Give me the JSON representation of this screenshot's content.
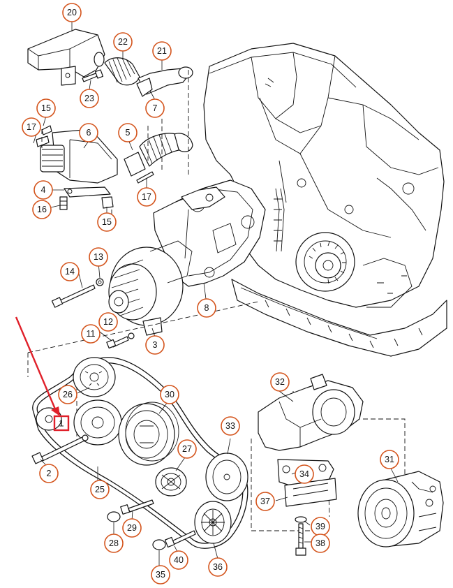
{
  "callouts": [
    {
      "id": "c20",
      "label": "20"
    },
    {
      "id": "c22",
      "label": "22"
    },
    {
      "id": "c21",
      "label": "21"
    },
    {
      "id": "c23",
      "label": "23"
    },
    {
      "id": "c7",
      "label": "7"
    },
    {
      "id": "c15a",
      "label": "15"
    },
    {
      "id": "c17a",
      "label": "17"
    },
    {
      "id": "c6",
      "label": "6"
    },
    {
      "id": "c5",
      "label": "5"
    },
    {
      "id": "c4",
      "label": "4"
    },
    {
      "id": "c17b",
      "label": "17"
    },
    {
      "id": "c16",
      "label": "16"
    },
    {
      "id": "c15b",
      "label": "15"
    },
    {
      "id": "c14",
      "label": "14"
    },
    {
      "id": "c13",
      "label": "13"
    },
    {
      "id": "c12",
      "label": "12"
    },
    {
      "id": "c8",
      "label": "8"
    },
    {
      "id": "c11",
      "label": "11"
    },
    {
      "id": "c3",
      "label": "3"
    },
    {
      "id": "c26",
      "label": "26"
    },
    {
      "id": "c30",
      "label": "30"
    },
    {
      "id": "c32",
      "label": "32"
    },
    {
      "id": "c33",
      "label": "33"
    },
    {
      "id": "c31",
      "label": "31"
    },
    {
      "id": "c27",
      "label": "27"
    },
    {
      "id": "c2",
      "label": "2"
    },
    {
      "id": "c25",
      "label": "25"
    },
    {
      "id": "c34",
      "label": "34"
    },
    {
      "id": "c37",
      "label": "37"
    },
    {
      "id": "c29",
      "label": "29"
    },
    {
      "id": "c28",
      "label": "28"
    },
    {
      "id": "c39",
      "label": "39"
    },
    {
      "id": "c38",
      "label": "38"
    },
    {
      "id": "c40",
      "label": "40"
    },
    {
      "id": "c35",
      "label": "35"
    },
    {
      "id": "c36",
      "label": "36"
    }
  ],
  "highlight": {
    "label": "1",
    "box_color": "#e0202a",
    "arrow_color": "#e0202a"
  },
  "colors": {
    "callout_ring": "#d4541c",
    "line_art": "#111111"
  }
}
